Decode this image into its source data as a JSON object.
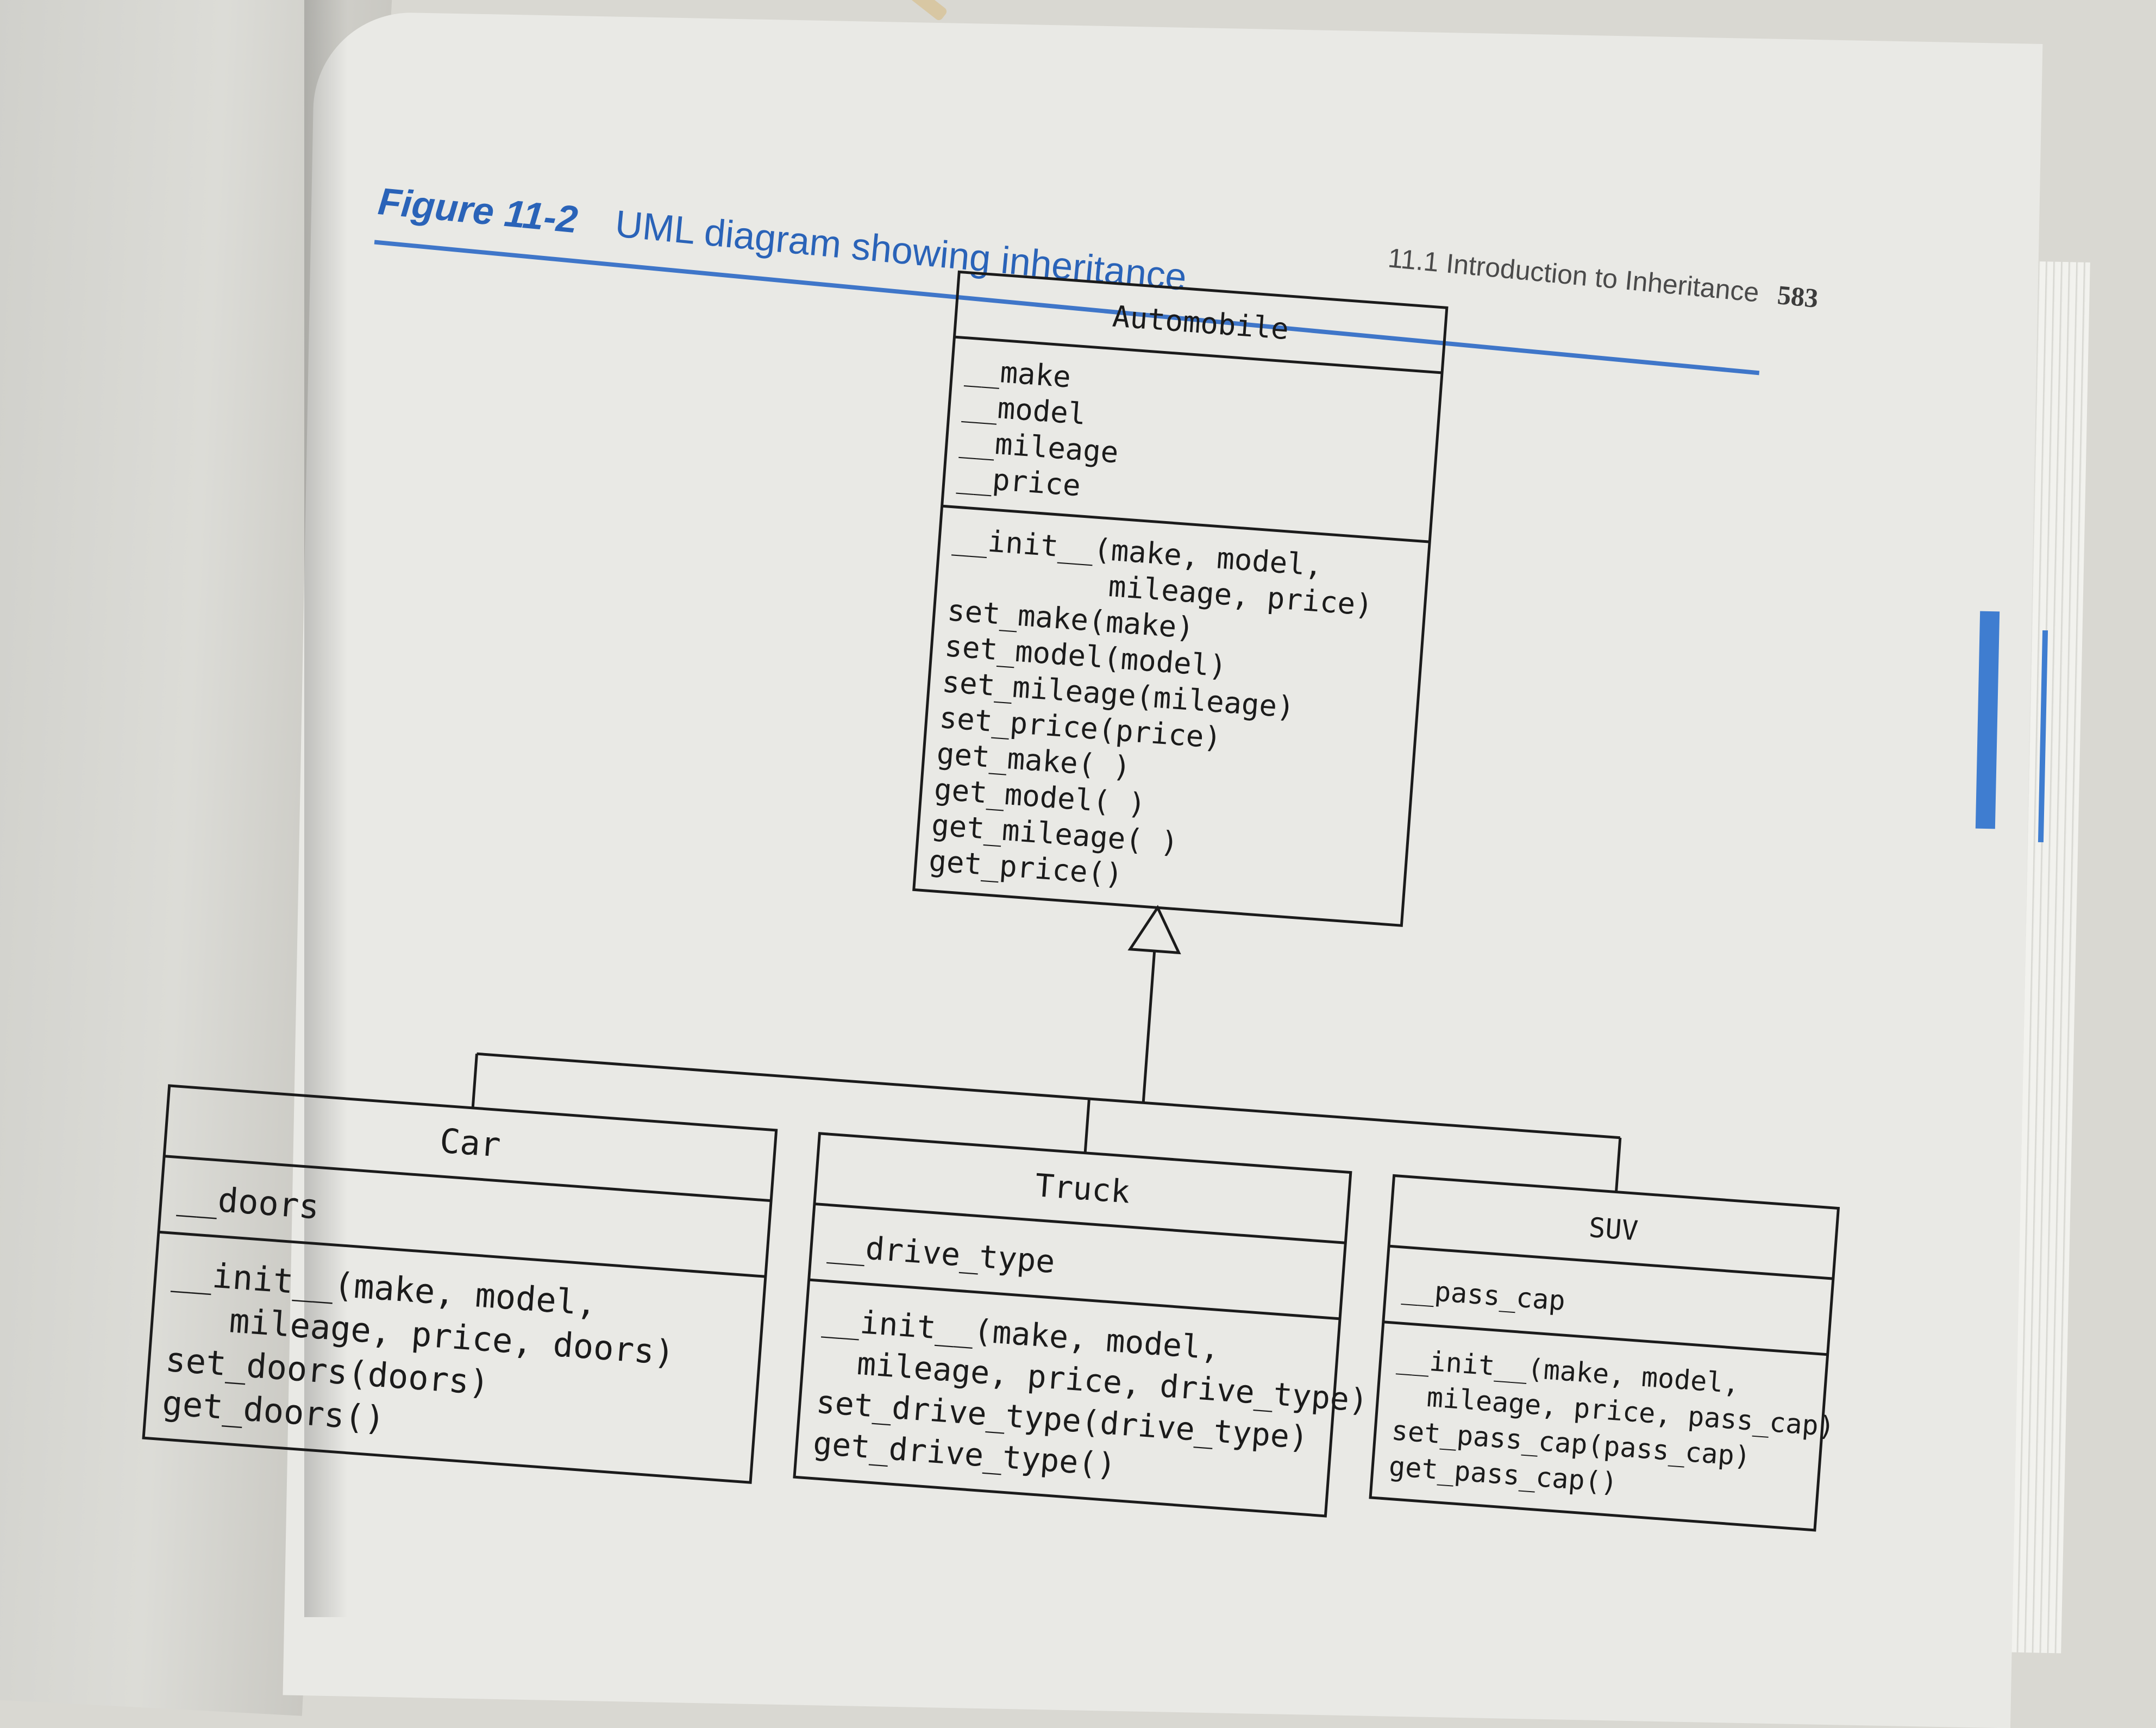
{
  "header": {
    "figure_label": "Figure 11-2",
    "figure_title": "UML diagram showing inheritance",
    "running_head": "11.1 Introduction to Inheritance",
    "page_number": "583"
  },
  "colors": {
    "accent_blue": "#2a63b8",
    "page": "#e9e9e5",
    "ink": "#1b1b1b"
  },
  "classes": {
    "automobile": {
      "name": "Automobile",
      "attributes": [
        "__make",
        "__model",
        "__mileage",
        "__price"
      ],
      "methods": [
        "__init__(make, model,",
        "         mileage, price)",
        "set_make(make)",
        "set_model(model)",
        "set_mileage(mileage)",
        "set_price(price)",
        "get_make( )",
        "get_model( )",
        "get_mileage( )",
        "get_price()"
      ]
    },
    "car": {
      "name": "Car",
      "attributes": [
        "__doors"
      ],
      "methods": [
        "__init__(make, model,",
        "   mileage, price, doors)",
        "set_doors(doors)",
        "get_doors()"
      ]
    },
    "truck": {
      "name": "Truck",
      "attributes": [
        "__drive_type"
      ],
      "methods": [
        "__init__(make, model,",
        "  mileage, price, drive_type)",
        "set_drive_type(drive_type)",
        "get_drive_type()"
      ]
    },
    "suv": {
      "name": "SUV",
      "attributes": [
        "__pass_cap"
      ],
      "methods": [
        "__init__(make, model,",
        "  mileage, price, pass_cap)",
        "set_pass_cap(pass_cap)",
        "get_pass_cap()"
      ]
    }
  }
}
